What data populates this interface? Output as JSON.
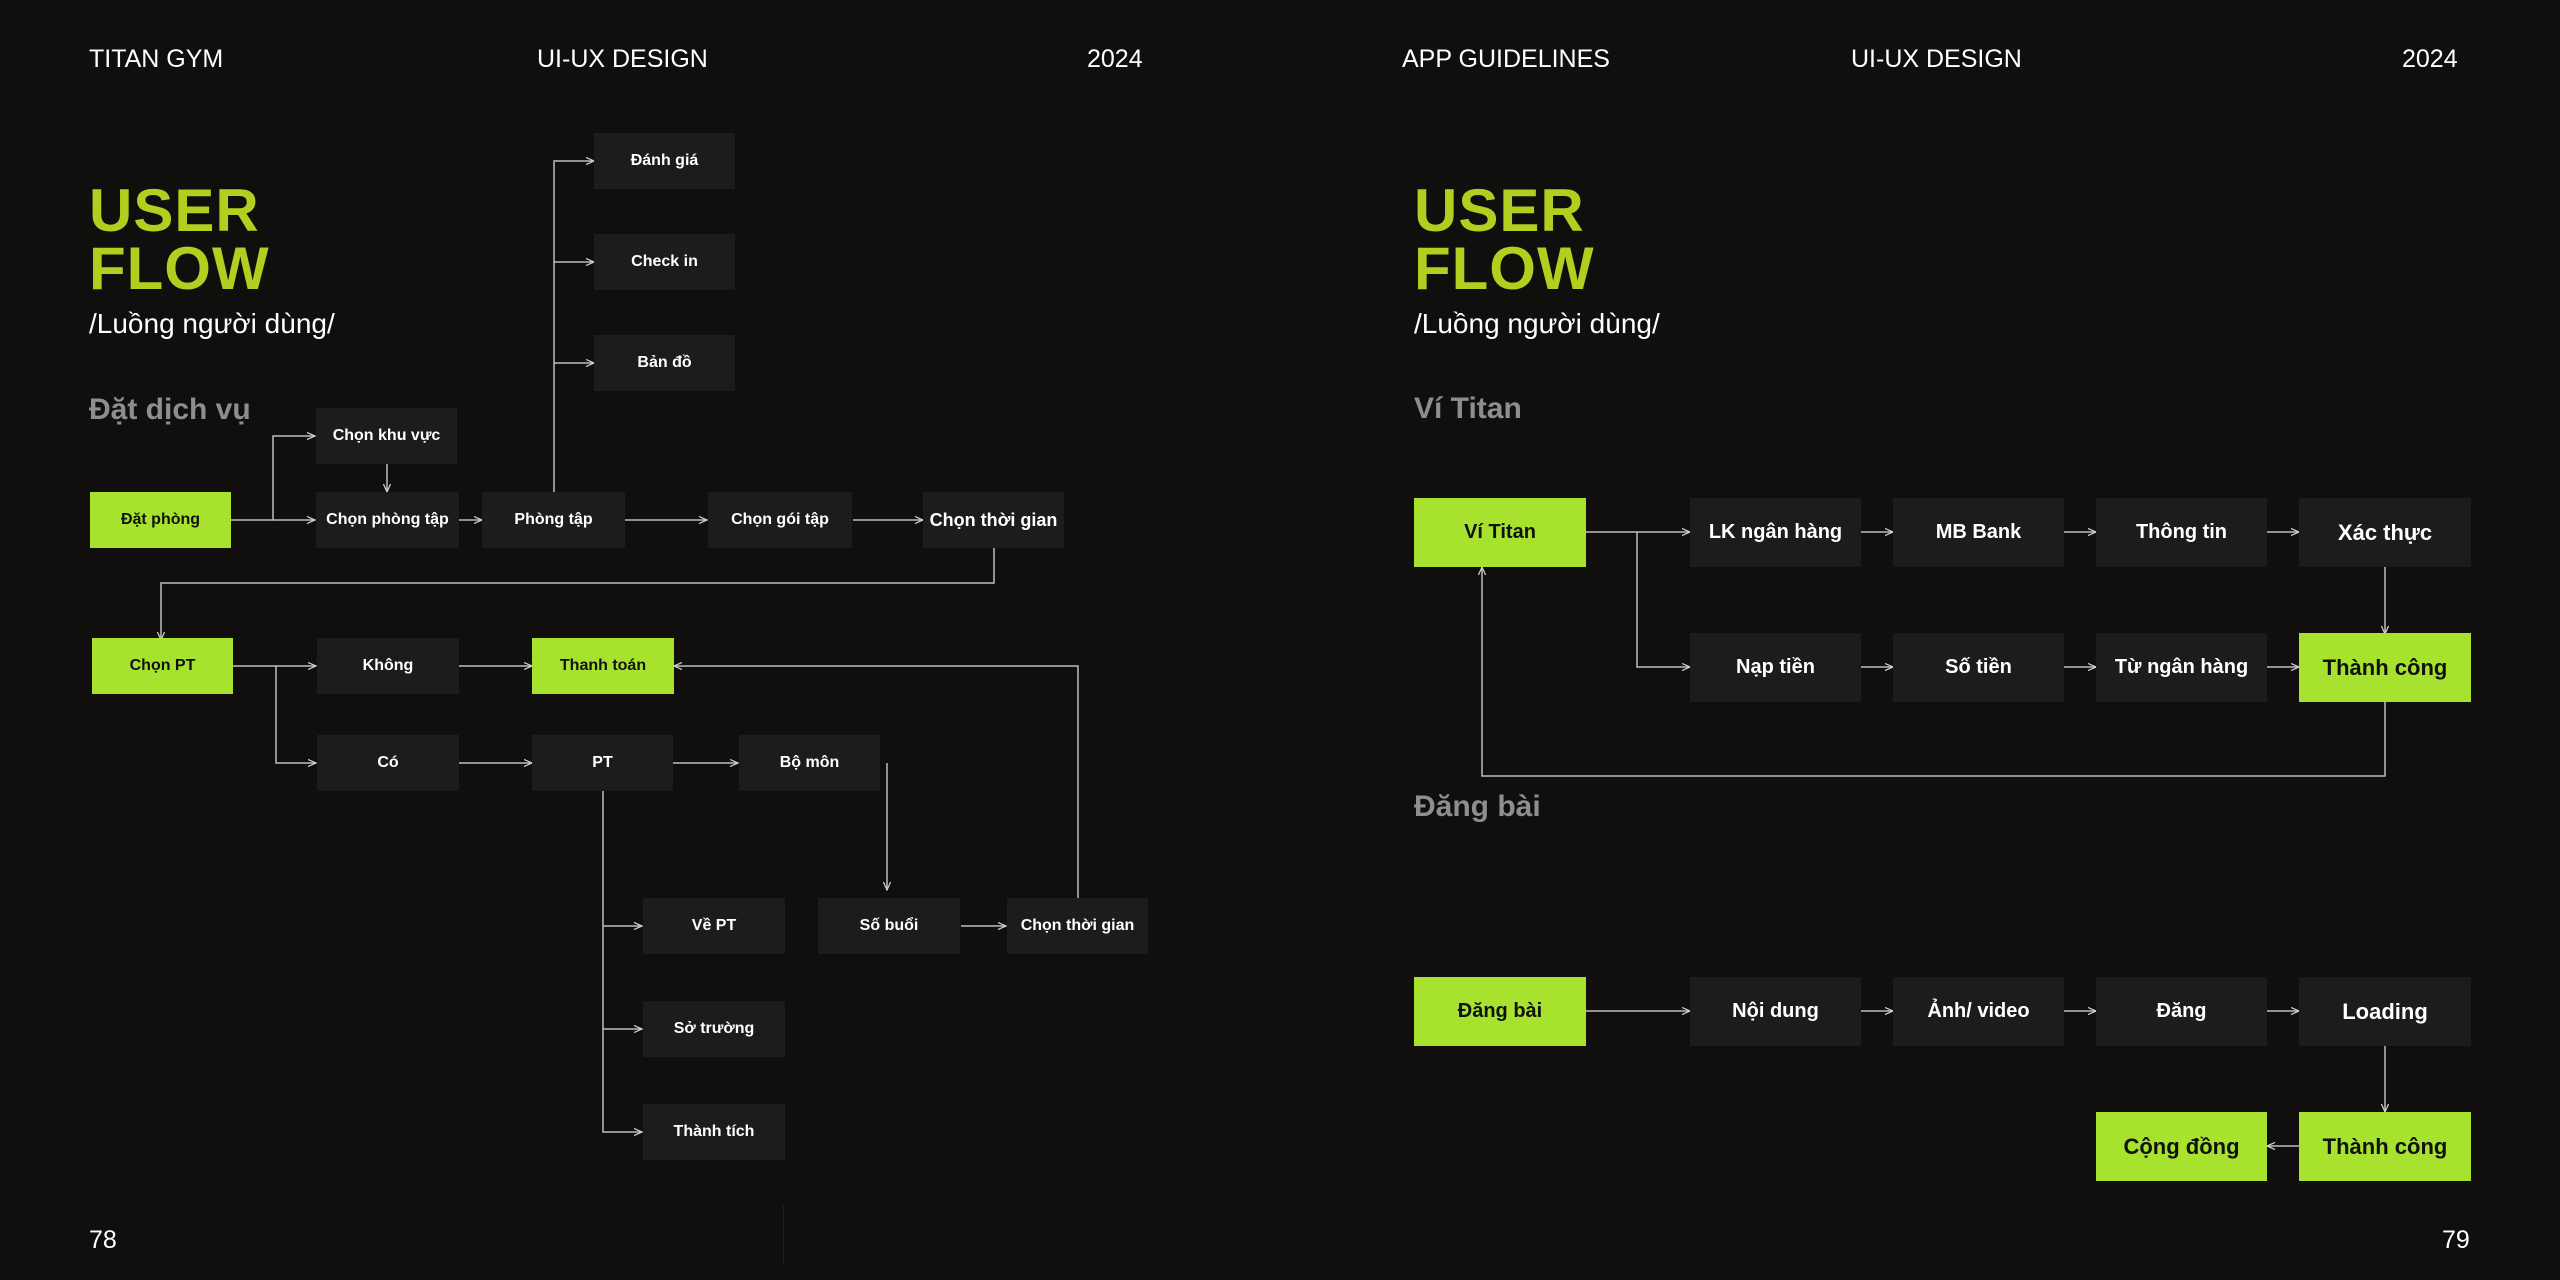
{
  "left_page": {
    "header": {
      "brand": "TITAN GYM",
      "center": "UI-UX DESIGN",
      "year": "2024"
    },
    "title_line1": "USER",
    "title_line2": "FLOW",
    "subtitle": "/Luồng người dùng/",
    "section": "Đặt dịch vụ",
    "page_number": "78",
    "nodes": {
      "danh_gia": "Đánh giá",
      "check_in": "Check in",
      "ban_do": "Bản đồ",
      "chon_khu_vuc": "Chọn khu vực",
      "dat_phong": "Đặt phòng",
      "chon_phong_tap": "Chọn phòng tập",
      "phong_tap": "Phòng tập",
      "chon_goi_tap": "Chọn gói tập",
      "chon_thoi_gian_1": "Chọn thời gian",
      "chon_pt": "Chọn PT",
      "khong": "Không",
      "thanh_toan": "Thanh toán",
      "co": "Có",
      "pt": "PT",
      "bo_mon": "Bộ môn",
      "ve_pt": "Về PT",
      "so_buoi": "Số buổi",
      "chon_thoi_gian_2": "Chọn thời gian",
      "so_truong": "Sở trường",
      "thanh_tich": "Thành tích"
    }
  },
  "right_page": {
    "header": {
      "brand": "APP GUIDELINES",
      "center": "UI-UX DESIGN",
      "year": "2024"
    },
    "title_line1": "USER",
    "title_line2": "FLOW",
    "subtitle": "/Luồng người dùng/",
    "section1": "Ví Titan",
    "section2": "Đăng bài",
    "page_number": "79",
    "nodes": {
      "vi_titan": "Ví Titan",
      "lk_ngan_hang": "LK ngân hàng",
      "mb_bank": "MB Bank",
      "thong_tin": "Thông tin",
      "xac_thuc": "Xác thực",
      "nap_tien": "Nạp tiền",
      "so_tien": "Số tiền",
      "tu_ngan_hang": "Từ ngân hàng",
      "thanh_cong_1": "Thành công",
      "dang_bai": "Đăng bài",
      "noi_dung": "Nội dung",
      "anh_video": "Ảnh/ video",
      "dang": "Đăng",
      "loading": "Loading",
      "cong_dong": "Cộng đồng",
      "thanh_cong_2": "Thành công"
    }
  },
  "colors": {
    "background": "#100f0e",
    "accent": "#a6e22e",
    "title": "#b0cf1e",
    "node": "#1c1c1c",
    "section": "#8e8e8e"
  }
}
